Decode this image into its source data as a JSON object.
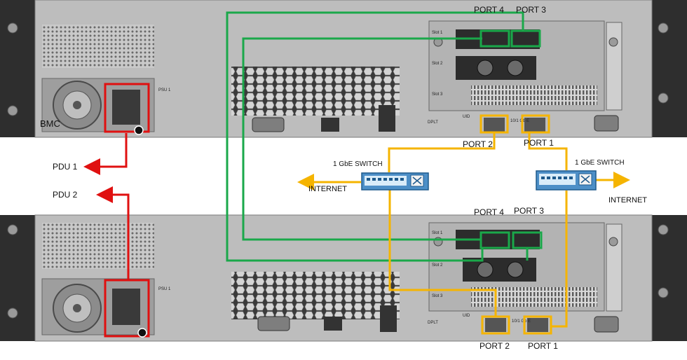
{
  "chassis_labels": {
    "bmc": "BMC",
    "psu": "PSU 1",
    "slot1": "Slot 1",
    "slot2": "Slot 2",
    "slot3": "Slot 3",
    "uid": "UID",
    "dplt": "DPLT",
    "nic_speed": "10/1 Gb E"
  },
  "top_server": {
    "port4": "PORT 4",
    "port3": "PORT 3",
    "port2": "PORT 2",
    "port1": "PORT 1"
  },
  "bottom_server": {
    "port4": "PORT 4",
    "port3": "PORT 3",
    "port2": "PORT 2",
    "port1": "PORT 1"
  },
  "pdu": {
    "pdu1": "PDU 1",
    "pdu2": "PDU 2"
  },
  "switches": {
    "left": {
      "label": "1 GbE SWITCH",
      "uplink": "INTERNET"
    },
    "right": {
      "label": "1 GbE SWITCH",
      "uplink": "INTERNET"
    }
  },
  "colors": {
    "green_cable": "#1aa84a",
    "yellow_cable": "#f5b400",
    "red_cable": "#e01010",
    "switch_body": "#4d8fc7",
    "chassis": "#b9b9b9"
  }
}
